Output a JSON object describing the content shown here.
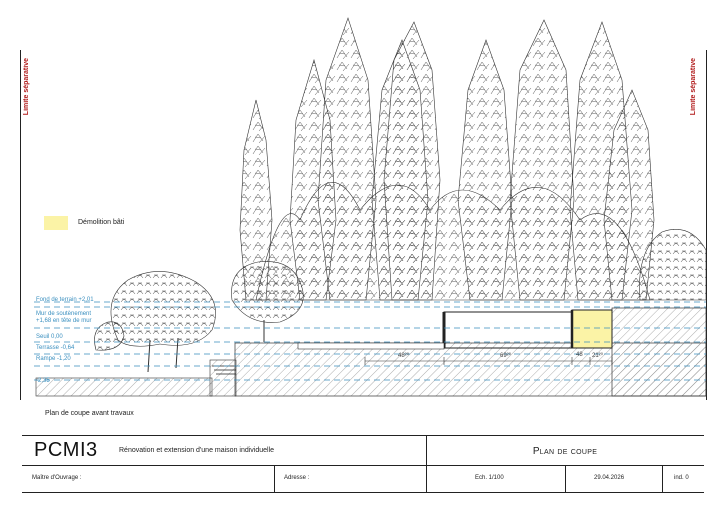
{
  "sheet": {
    "limit_left": "Limite séparative",
    "limit_right": "Limite séparative"
  },
  "legend": {
    "label": "Démolition bâti",
    "swatch_color": "#fbf3a6"
  },
  "levels": [
    "Fond de terrain +2,01",
    "Mur de soutènement",
    "+1,68 en tête de mur",
    "Seuil 0,00",
    "Terrasse -0,64",
    "Rampe -1,20",
    "-2,35"
  ],
  "dimensions": [
    "48²⁰",
    "69²⁰",
    "48",
    "21²⁰"
  ],
  "caption": "Plan de coupe avant travaux",
  "title_block": {
    "code": "PCMI3",
    "description": "Rénovation et extension d'une maison individuelle",
    "plan_title": "Plan de coupe",
    "owner_label": "Maître d'Ouvrage :",
    "address_label": "Adresse :",
    "scale": "Ech. 1/100",
    "date": "29.04.2026",
    "index": "ind. 0"
  },
  "colors": {
    "level_line": "#3a8fbf",
    "demolition": "#fbf3a6",
    "limit_text": "#b01818"
  }
}
